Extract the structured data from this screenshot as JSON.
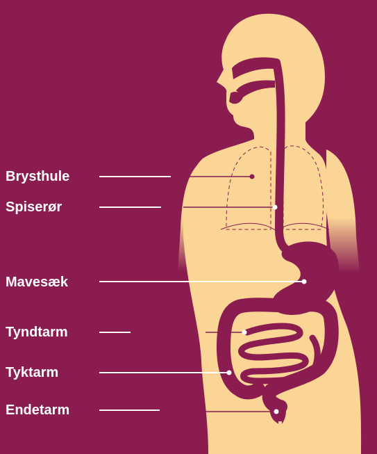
{
  "colors": {
    "background": "#8a1c50",
    "body": "#fbd595",
    "organ": "#8a1c50",
    "line": "#ffffff"
  },
  "labels": {
    "brysthule": "Brysthule",
    "spiseror": "Spiserør",
    "mavesaek": "Mavesæk",
    "tyndtarm": "Tyndtarm",
    "tyktarm": "Tyktarm",
    "endetarm": "Endetarm"
  }
}
